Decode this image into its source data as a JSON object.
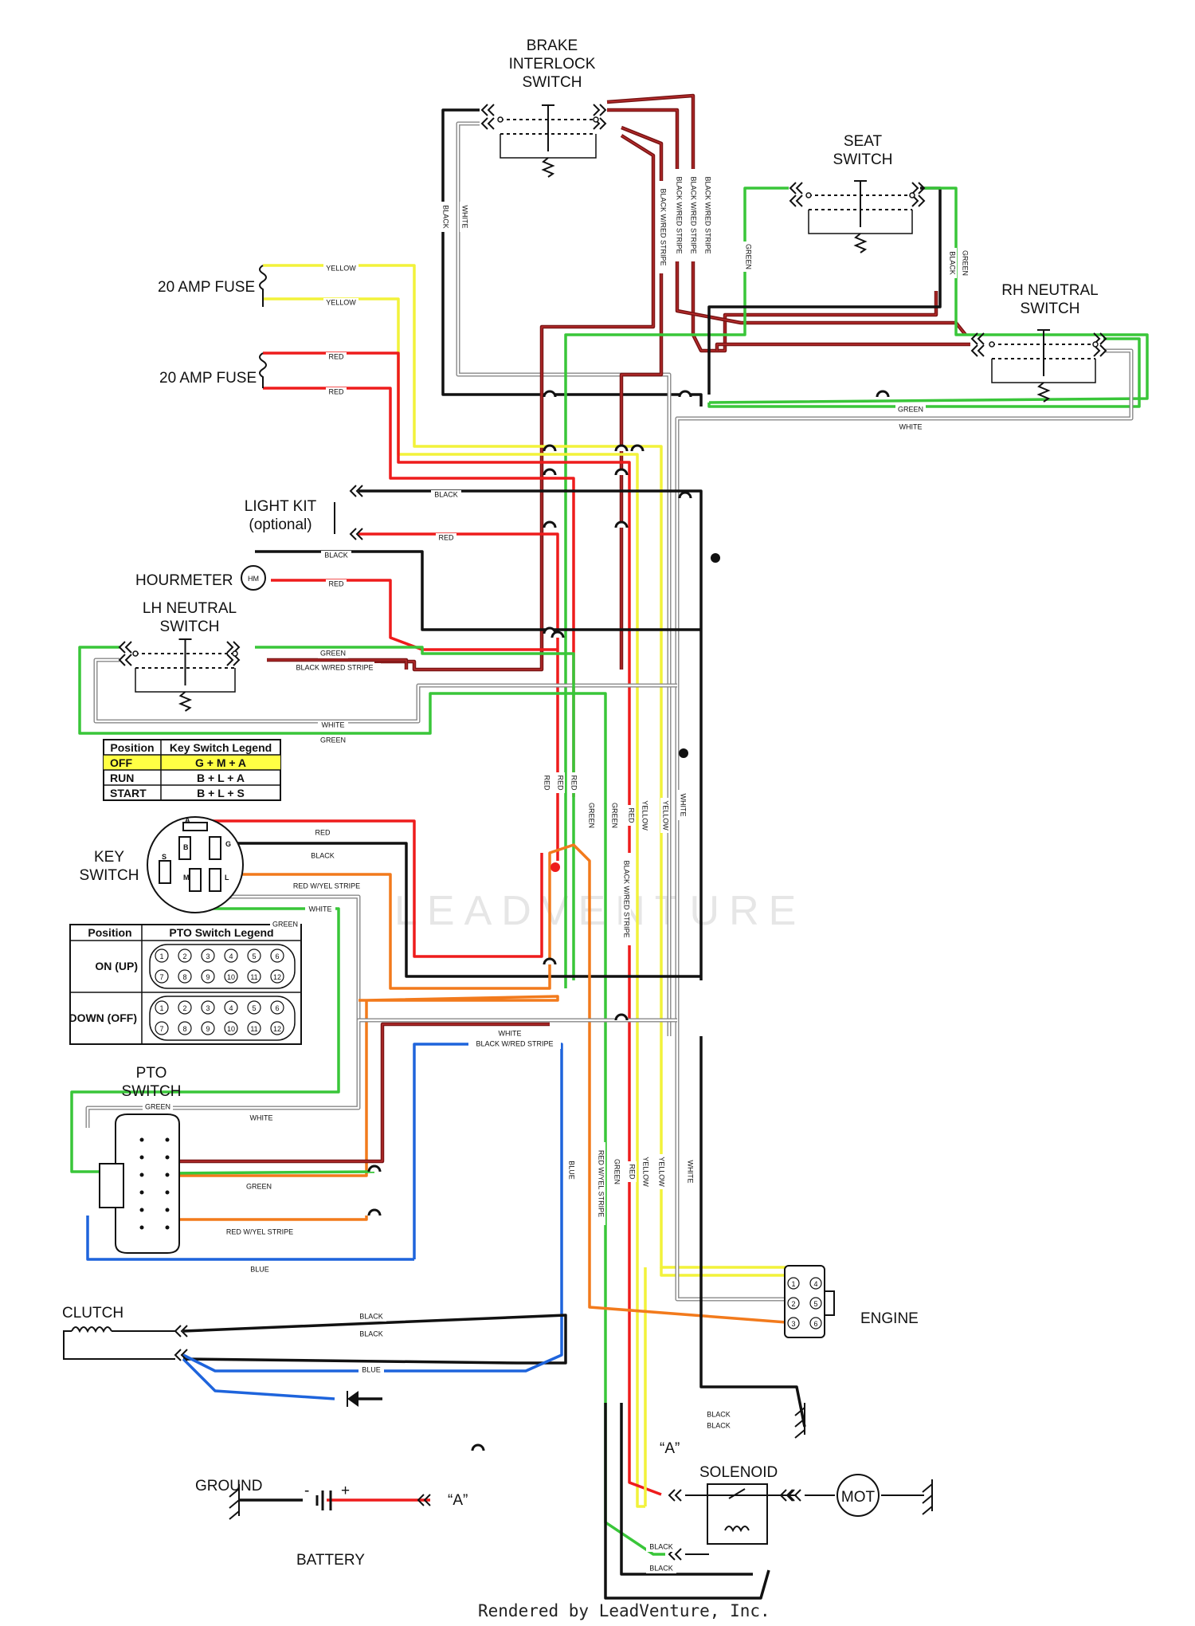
{
  "title": "",
  "components": {
    "brake": "BRAKE\nINTERLOCK\nSWITCH",
    "seat": "SEAT\nSWITCH",
    "rh_neutral": "RH NEUTRAL\nSWITCH",
    "fuse1": "20 AMP FUSE",
    "fuse2": "20 AMP FUSE",
    "light_kit": "LIGHT KIT\n(optional)",
    "hourmeter": "HOURMETER",
    "hm_symbol": "HM",
    "lh_neutral": "LH NEUTRAL\nSWITCH",
    "key_switch": "KEY\nSWITCH",
    "pto_switch": "PTO\nSWITCH",
    "clutch": "CLUTCH",
    "engine": "ENGINE",
    "solenoid": "SOLENOID",
    "mot": "MOT",
    "ground": "GROUND",
    "battery": "BATTERY",
    "ref_a": "“A”",
    "minus": "-",
    "plus": "+"
  },
  "key_terminals": [
    "A",
    "B",
    "G",
    "S",
    "M",
    "L"
  ],
  "engine_pins": [
    "1",
    "2",
    "3",
    "4",
    "5",
    "6"
  ],
  "key_legend": {
    "headers": [
      "Position",
      "Key Switch Legend"
    ],
    "rows": [
      [
        "OFF",
        "G + M + A"
      ],
      [
        "RUN",
        "B + L + A"
      ],
      [
        "START",
        "B + L + S"
      ]
    ],
    "highlight_color": "#ffff44"
  },
  "pto_legend": {
    "headers": [
      "Position",
      "PTO Switch Legend"
    ],
    "rows": [
      [
        "ON (UP)"
      ],
      [
        "DOWN (OFF)"
      ]
    ],
    "pins_top": [
      "1",
      "2",
      "3",
      "4",
      "5",
      "6"
    ],
    "pins_bottom": [
      "7",
      "8",
      "9",
      "10",
      "11",
      "12"
    ]
  },
  "wire_labels": {
    "yellow": "YELLOW",
    "red": "RED",
    "black": "BLACK",
    "white": "WHITE",
    "green": "GREEN",
    "blue": "BLUE",
    "black_red": "BLACK W/RED STRIPE",
    "red_yel": "RED W/YEL STRIPE",
    "red_yel_vertical": "RED W/YEL STRIPE"
  },
  "watermark": "LEADVENTURE",
  "footer": "Rendered by LeadVenture, Inc.",
  "colors": {
    "black": "#111111",
    "yellow": "#f2f23a",
    "red": "#ee1c1c",
    "green": "#39c639",
    "white_wire": "#888888",
    "blue": "#1e64dc",
    "orange": "#f27a1c",
    "black_red": "#7a1515",
    "junction_red": "#ee1c1c"
  }
}
